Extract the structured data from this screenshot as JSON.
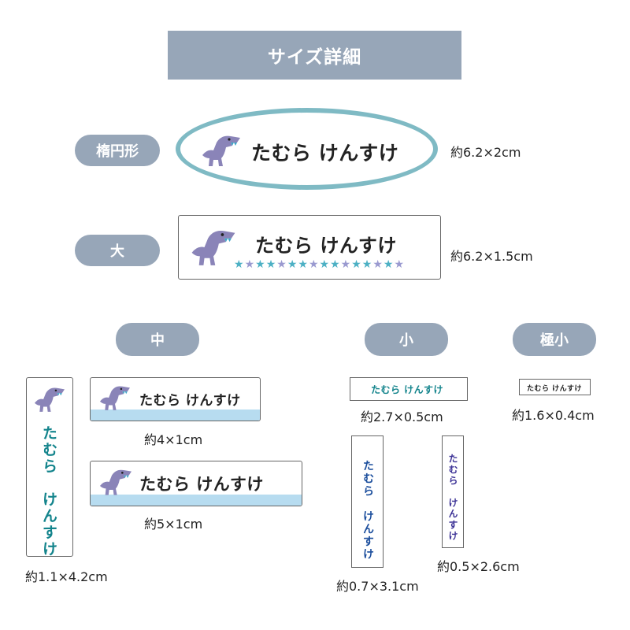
{
  "header": {
    "title": "サイズ詳細"
  },
  "colors": {
    "pill_bg": "#97a6b8",
    "ellipse_border": "#7fbac4",
    "dino": "#8a84b8",
    "teeth": "#3fa6c8",
    "teal_text": "#13848c",
    "blue_text": "#1a4d9c",
    "purple_text": "#3c3296",
    "band": "#b7dcf0",
    "star_teal": "#4cb0c4",
    "star_purple": "#9a9ad0"
  },
  "categories": {
    "oval": "楕円形",
    "large": "大",
    "medium": "中",
    "small": "小",
    "extra_small": "極小"
  },
  "name_horizontal": "たむら けんすけ",
  "name_vertical": "たむら　けんすけ",
  "sizes": {
    "oval": "約6.2×2cm",
    "large": "約6.2×1.5cm",
    "medium_vertical": "約1.1×4.2cm",
    "medium_4x1": "約4×1cm",
    "medium_5x1": "約5×1cm",
    "small_horizontal": "約2.7×0.5cm",
    "small_vertical_a": "約0.7×3.1cm",
    "small_vertical_b": "約0.5×2.6cm",
    "extra_small": "約1.6×0.4cm"
  },
  "icons": {
    "dinosaur": "dinosaur-icon",
    "star": "star-icon"
  }
}
